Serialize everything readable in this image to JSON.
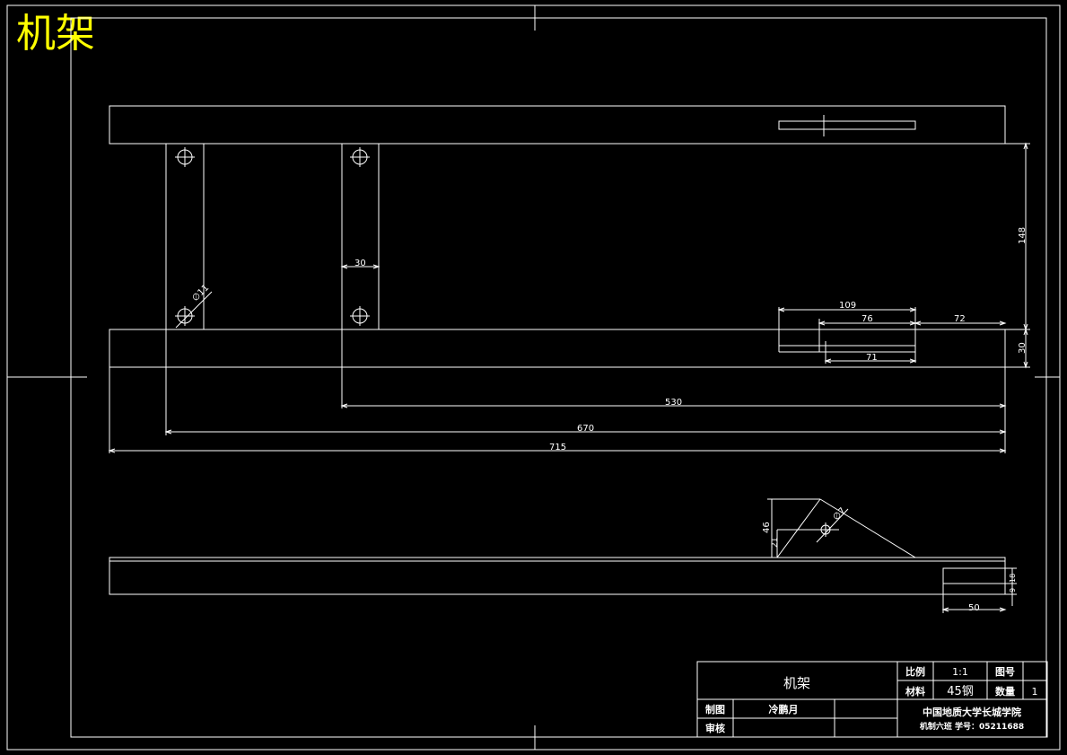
{
  "drawing": {
    "big_title": "机架",
    "title_color": "#ffff00",
    "line_color": "#ffffff"
  },
  "dimensions": {
    "d148": "148",
    "d30_slot": "30",
    "d30_right": "30",
    "d109": "109",
    "d76": "76",
    "d72": "72",
    "d71": "71",
    "d530": "530",
    "d670": "670",
    "d715": "715",
    "dia11": "∅11",
    "dia7": "∅7",
    "d46": "46",
    "d21": "21",
    "d50": "50",
    "d18": "18",
    "d9": "9"
  },
  "title_block": {
    "part_name": "机架",
    "scale_label": "比例",
    "scale_value": "1:1",
    "drawing_no_label": "图号",
    "drawing_no_value": "",
    "material_label": "材料",
    "material_value": "45钢",
    "quantity_label": "数量",
    "quantity_value": "1",
    "drawn_label": "制图",
    "drawn_by": "冷鹏月",
    "checked_label": "审核",
    "checked_by": "",
    "school": "中国地质大学长城学院",
    "class_info": "机制六班   学号：05211688"
  }
}
